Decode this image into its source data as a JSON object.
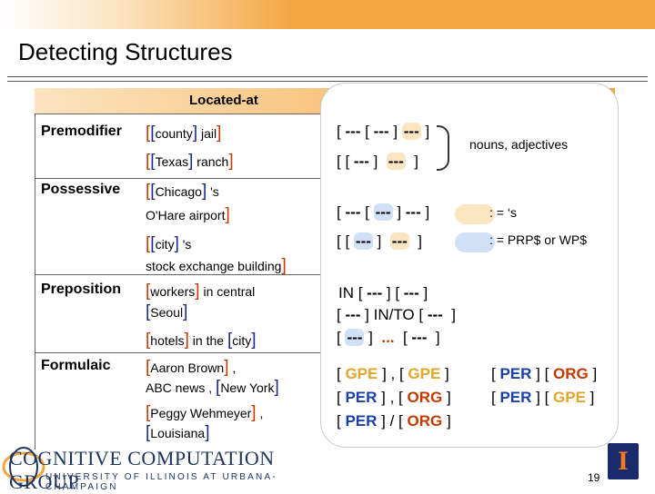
{
  "slide": {
    "title": "Detecting Structures",
    "table_header": "Located-at",
    "rows": [
      {
        "label": "Premodifier"
      },
      {
        "label": "Possessive"
      },
      {
        "label": "Preposition"
      },
      {
        "label": "Formulaic"
      }
    ],
    "notes": {
      "nouns_adjectives": "nouns, adjectives",
      "possessive_marker": ": = ‘s",
      "possessive_pronoun": ": = PRP$ or WP$"
    },
    "tags": {
      "gpe": "GPE",
      "per": "PER",
      "org": "ORG"
    },
    "page_number": "19",
    "logo": {
      "name": "COGNITIVE COMPUTATION GROUP",
      "university": "UNIVERSITY OF ILLINOIS AT URBANA-CHAMPAIGN",
      "badge": "I"
    },
    "colors": {
      "accent_orange": "#f4a640",
      "dark_red": "#c33a00",
      "navy": "#1a2a6a",
      "light_blue": "#cfe0f7"
    }
  }
}
